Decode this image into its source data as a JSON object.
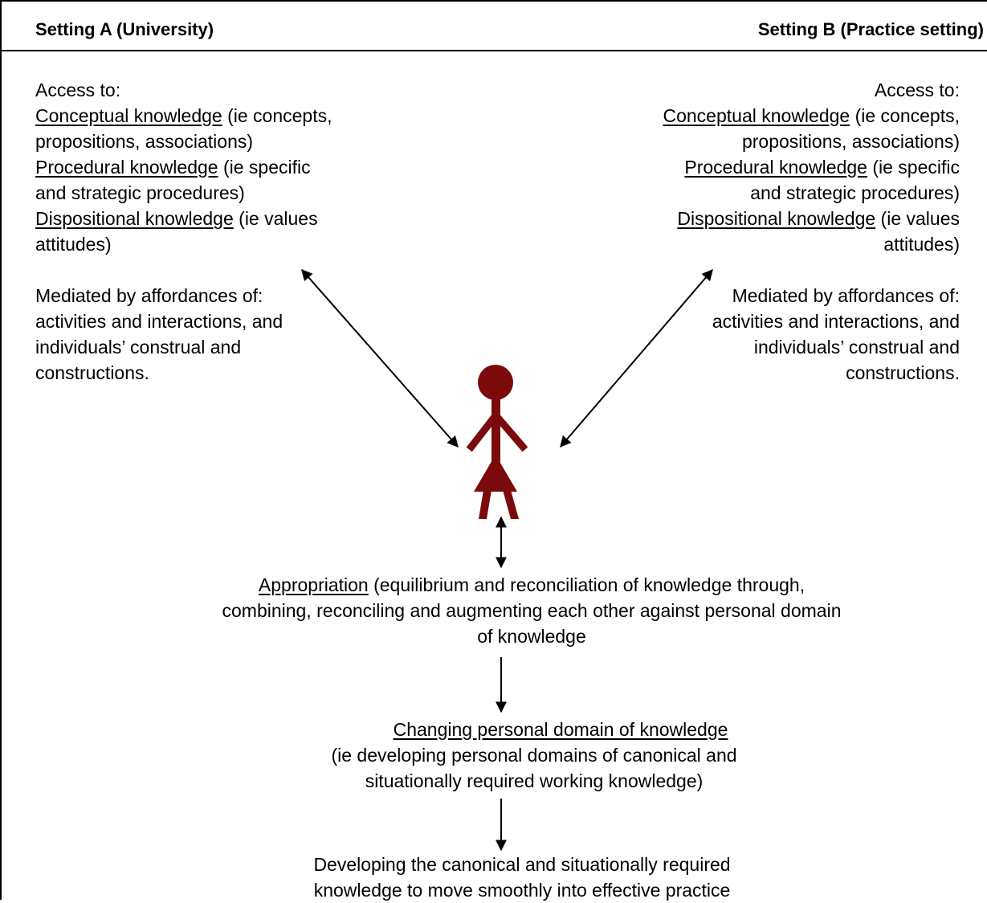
{
  "header": {
    "left": "Setting A (University)",
    "right": "Setting B (Practice setting)"
  },
  "setting_a": {
    "access": "Access to:",
    "conceptual_label": "Conceptual knowledge",
    "conceptual_rest": " (ie concepts,",
    "conceptual_rest2": "propositions, associations)",
    "procedural_label": "Procedural knowledge",
    "procedural_rest": " (ie specific",
    "procedural_rest2": "and strategic procedures)",
    "dispositional_label": "Dispositional knowledge",
    "dispositional_rest": " (ie values",
    "dispositional_rest2": "attitudes)",
    "mediated_1": "Mediated by affordances of:",
    "mediated_2": "activities and interactions, and",
    "mediated_3": "individuals’ construal and",
    "mediated_4": "constructions."
  },
  "setting_b": {
    "access": "Access to:",
    "conceptual_label": "Conceptual knowledge",
    "conceptual_rest": " (ie concepts,",
    "conceptual_rest2": "propositions, associations)",
    "procedural_label": "Procedural knowledge",
    "procedural_rest": " (ie specific",
    "procedural_rest2": "and strategic procedures)",
    "dispositional_label": "Dispositional knowledge",
    "dispositional_rest": " (ie values",
    "dispositional_rest2": "attitudes)",
    "mediated_1": "Mediated by affordances of:",
    "mediated_2": "activities and interactions, and",
    "mediated_3": "individuals’ construal and",
    "mediated_4": "constructions."
  },
  "appropriation": {
    "label": "Appropriation",
    "rest": " (equilibrium and reconciliation of knowledge through,",
    "line2": "combining, reconciling and augmenting each other against personal domain",
    "line3": "of knowledge"
  },
  "changing": {
    "label": "Changing personal domain of knowledge",
    "line2": "(ie developing personal domains of canonical and",
    "line3": "situationally required working knowledge)"
  },
  "developing": {
    "line1": "Developing the canonical and situationally required",
    "line2": "knowledge to move smoothly into effective practice"
  },
  "colors": {
    "figure": "#7b0a0a",
    "line": "#000000"
  },
  "icons": {
    "person": "person-icon"
  }
}
